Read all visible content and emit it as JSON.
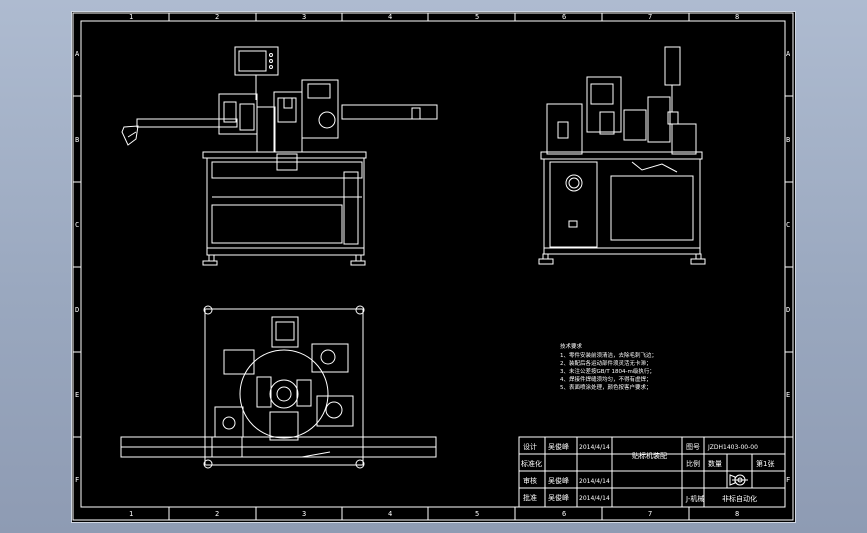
{
  "zones": {
    "columns": [
      "1",
      "2",
      "3",
      "4",
      "5",
      "6",
      "7",
      "8"
    ],
    "rows": [
      "A",
      "B",
      "C",
      "D",
      "E",
      "F"
    ]
  },
  "tech_notes": {
    "title": "技术要求",
    "lines": [
      "1、零件安装前须清洁，去除毛刺飞边；",
      "2、装配后各运动部件须灵活无卡滞；",
      "3、未注公差按GB/T 1804-m级执行；",
      "4、焊接件焊缝须均匀，不得有虚焊；",
      "5、表面喷涂处理，颜色按客户要求；"
    ]
  },
  "title_block": {
    "r1_role": "设计",
    "r1_name": "吴俊峰",
    "r1_date": "2014/4/14",
    "drawing_name": "贴标机装配",
    "number_label": "图号",
    "number_value": "JZDH1403-00-00",
    "r2_role": "标准化",
    "scale_label": "比例",
    "qty_label": "数量",
    "sheet_label": "第1张",
    "r3_role": "审核",
    "r3_name": "吴俊峰",
    "r3_date": "2014/4/14",
    "r4_role": "批准",
    "r4_name": "吴俊峰",
    "r4_date": "2014/4/14",
    "company": "J-机械",
    "company_sub": "非标自动化"
  }
}
